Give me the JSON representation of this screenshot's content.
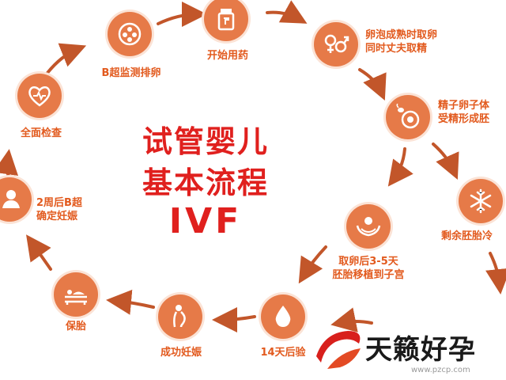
{
  "title": {
    "line1": "试管婴儿",
    "line2": "基本流程",
    "line3": "IVF"
  },
  "colors": {
    "node": "#e67a48",
    "arrow": "#c2562a",
    "label": "#e25a1e",
    "title": "#e0201e"
  },
  "steps": [
    {
      "id": "checkup",
      "label": "全面检查",
      "icon": "heart-icon"
    },
    {
      "id": "ultrasound",
      "label": "B超监测排卵",
      "icon": "follicle-icon"
    },
    {
      "id": "medication",
      "label": "开始用药",
      "icon": "medicine-bottle-icon"
    },
    {
      "id": "retrieval",
      "label": "卵泡成熟时取卵\n同时丈夫取精",
      "icon": "gender-icon"
    },
    {
      "id": "fertilization",
      "label": "精子卵子体\n受精形成胚",
      "icon": "sperm-egg-icon"
    },
    {
      "id": "freezing",
      "label": "剩余胚胎冷",
      "icon": "snowflake-icon"
    },
    {
      "id": "transfer",
      "label": "取卵后3-5天\n胚胎移植到子宫",
      "icon": "hands-embryo-icon"
    },
    {
      "id": "test",
      "label": "14天后验",
      "icon": "drop-icon"
    },
    {
      "id": "success",
      "label": "成功妊娠",
      "icon": "pregnant-icon"
    },
    {
      "id": "rest",
      "label": "保胎",
      "icon": "bed-rest-icon"
    },
    {
      "id": "confirm",
      "label": "2周后B超\n确定妊娠",
      "icon": "baby-icon"
    }
  ],
  "watermark": {
    "brand": "天籁好孕",
    "url": "www.pzcp.com"
  }
}
